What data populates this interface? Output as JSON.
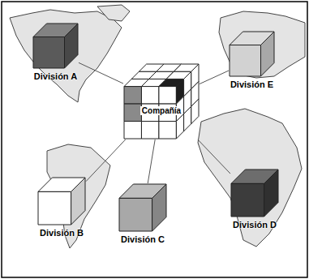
{
  "diagram": {
    "nodes": [
      {
        "text": [
          "División A"
        ]
      },
      {
        "text": [
          "Compañía"
        ]
      },
      {
        "text": [
          "División E"
        ]
      },
      {
        "text": [
          "División B"
        ]
      },
      {
        "text": [
          "División C"
        ]
      },
      {
        "text": [
          "División D"
        ]
      }
    ],
    "edges": [
      {
        "from": 1,
        "to": 0,
        "arrow": "none"
      },
      {
        "from": 1,
        "to": 2,
        "arrow": "none"
      },
      {
        "from": 1,
        "to": 3,
        "arrow": "none"
      },
      {
        "from": 1,
        "to": 4,
        "arrow": "none"
      },
      {
        "from": 1,
        "to": 5,
        "arrow": "none"
      }
    ]
  }
}
